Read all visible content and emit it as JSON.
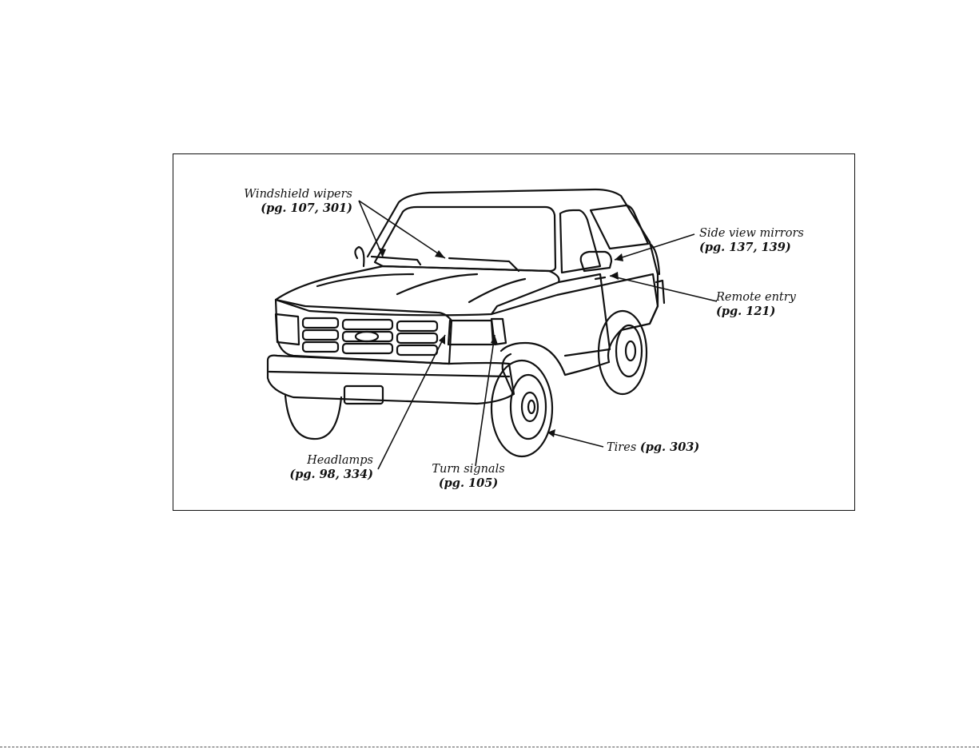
{
  "figure": {
    "callouts": {
      "wipers": {
        "name": "Windshield wipers",
        "page": "(pg. 107, 301)"
      },
      "mirrors": {
        "name": "Side view mirrors",
        "page": "(pg. 137, 139)"
      },
      "remote": {
        "name": "Remote entry",
        "page": "(pg. 121)"
      },
      "headlamps": {
        "name": "Headlamps",
        "page": "(pg. 98, 334)"
      },
      "turn": {
        "name": "Turn signals",
        "page": "(pg. 105)"
      },
      "tires": {
        "name": "Tires",
        "page": "(pg. 303)"
      }
    }
  }
}
